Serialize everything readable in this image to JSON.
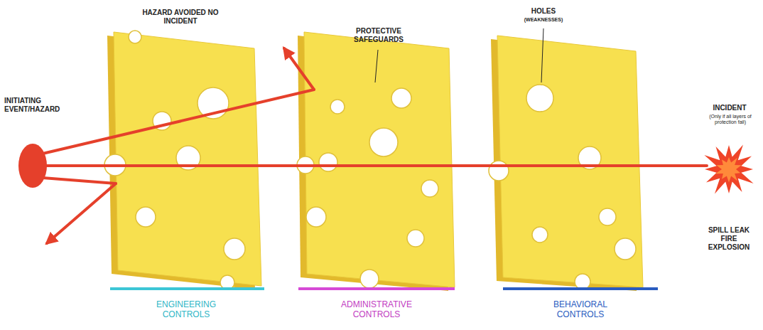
{
  "diagram": {
    "labels": [
      "HAZARD AVOIDED NO INCIDENT",
      "PROTECTIVE SAFEGUARDS",
      "HOLES",
      "(WEAKNESSES)",
      "INITIATING EVENT/HAZARD",
      "INCIDENT",
      "(Only if all layers of protection fail)",
      "SPILL LEAK FIRE EXPLOSION",
      "ENGINEERING CONTROLS",
      "ADMINISTRATIVE CONTROLS",
      "BEHAVIORAL CONTROLS"
    ]
  }
}
